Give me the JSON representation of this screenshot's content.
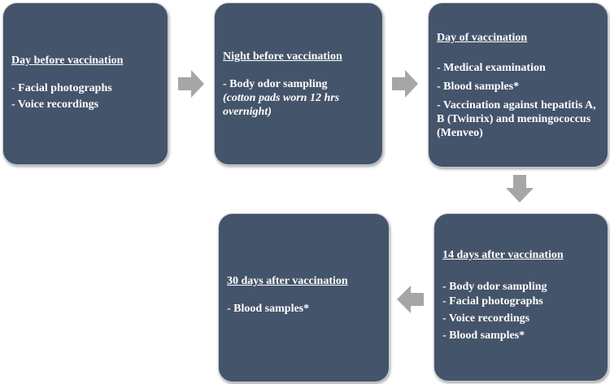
{
  "steps": [
    {
      "title": "Day before vaccination",
      "items": [
        "- Facial photographs",
        "- Voice recordings"
      ]
    },
    {
      "title": "Night before vaccination",
      "items": [
        "- Body odor sampling"
      ],
      "note": "(cotton pads worn 12 hrs overnight)"
    },
    {
      "title": "Day of vaccination",
      "items": [
        "- Medical examination",
        "- Blood samples*",
        "- Vaccination against hepatitis A, B (Twinrix) and meningococcus (Menveo)"
      ]
    },
    {
      "title": "14 days after vaccination",
      "items": [
        "- Body odor sampling",
        "- Facial photographs",
        "- Voice recordings",
        "- Blood samples*"
      ]
    },
    {
      "title": "30 days after vaccination",
      "items": [
        "- Blood samples*"
      ]
    }
  ],
  "colors": {
    "box_fill": "#44546a",
    "box_text": "#ffffff",
    "arrow_fill": "#a6a6a6"
  }
}
